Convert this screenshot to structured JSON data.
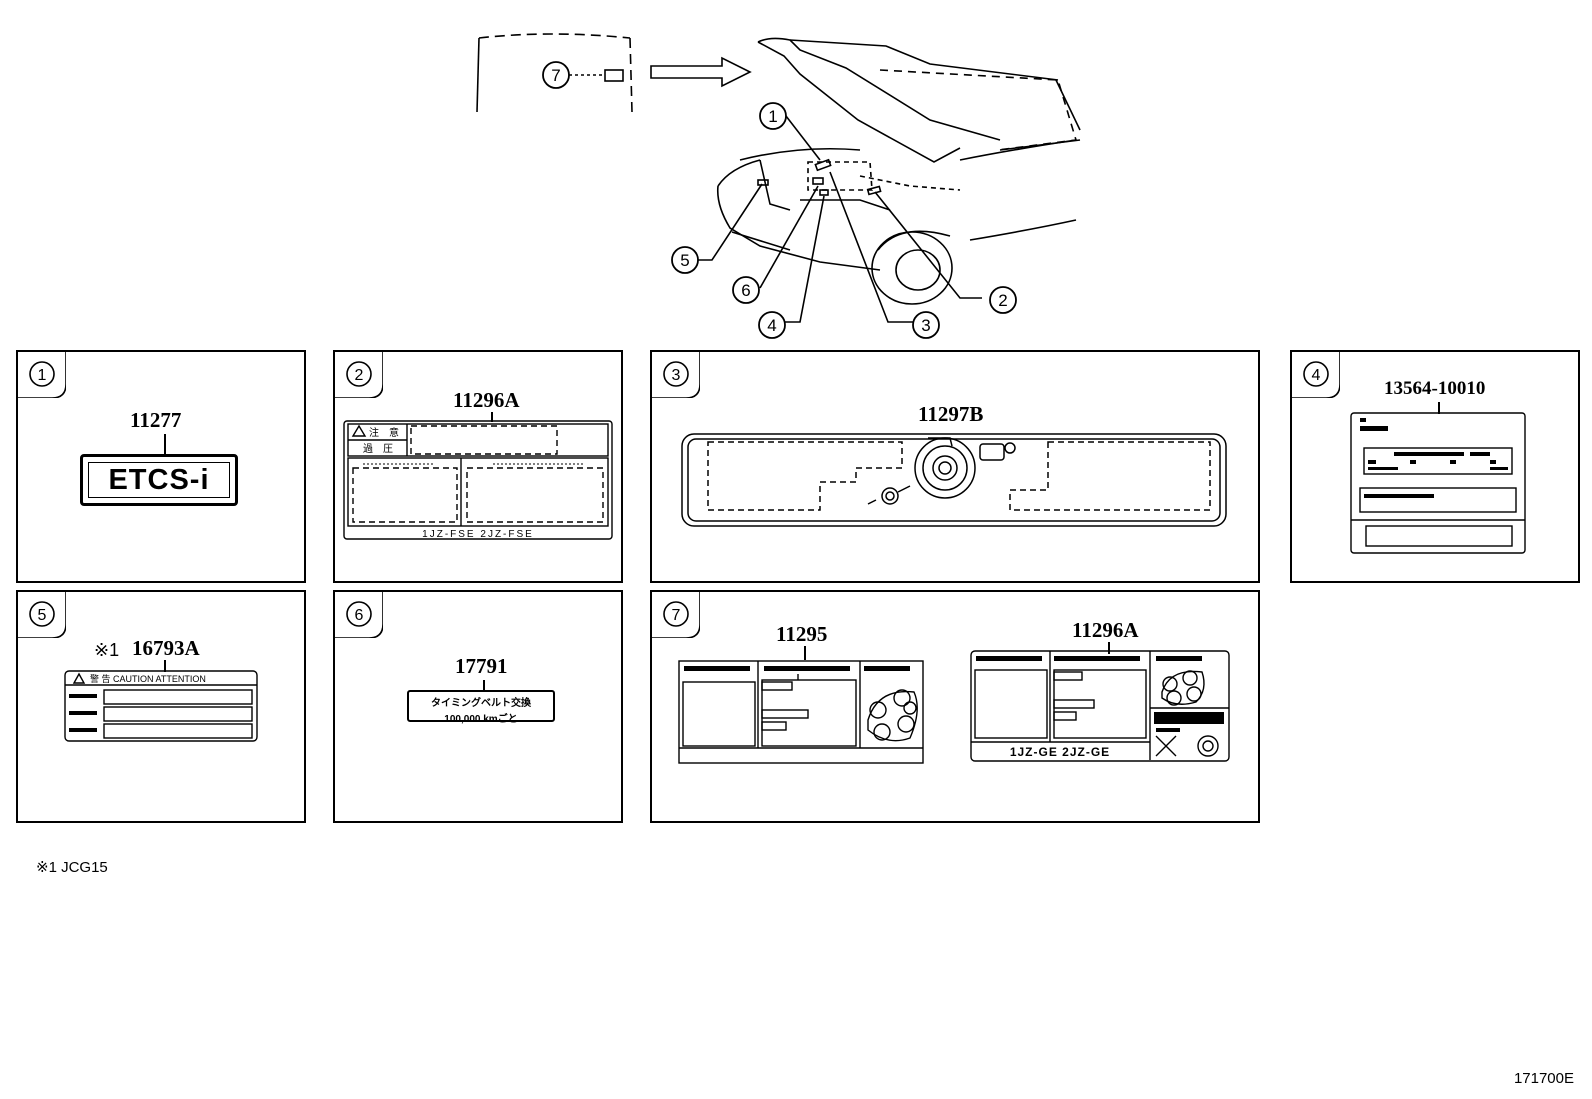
{
  "callouts": [
    "1",
    "2",
    "3",
    "4",
    "5",
    "6",
    "7"
  ],
  "panels": [
    {
      "num": "1",
      "part": "11277",
      "label_text": "ETCS-i"
    },
    {
      "num": "2",
      "part": "11296A",
      "label_text": "1JZ-FSE  2JZ-FSE",
      "warn_1": "注　意",
      "warn_2": "過　圧"
    },
    {
      "num": "3",
      "part": "11297B"
    },
    {
      "num": "4",
      "part": "13564-10010"
    },
    {
      "num": "5",
      "part": "16793A",
      "prefix": "※1",
      "caution": "警 告  CAUTION  ATTENTION"
    },
    {
      "num": "6",
      "part": "17791",
      "line1": "タイミングベルト交換",
      "line2": "100,000 kmごと"
    },
    {
      "num": "7",
      "part_a": "11295",
      "part_b": "11296A",
      "engine_text": "1JZ-GE  2JZ-GE"
    }
  ],
  "footnote": "※1  JCG15",
  "ref_code": "171700E"
}
